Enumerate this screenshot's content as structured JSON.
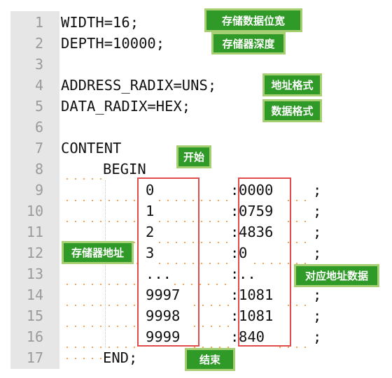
{
  "editor": {
    "line_numbers": [
      "1",
      "2",
      "3",
      "4",
      "5",
      "6",
      "7",
      "8",
      "9",
      "10",
      "11",
      "12",
      "13",
      "14",
      "15",
      "16",
      "17"
    ],
    "code": {
      "l1": "WIDTH=16;",
      "l2": "DEPTH=10000;",
      "l4": "ADDRESS_RADIX=UNS;",
      "l5": "DATA_RADIX=HEX;",
      "l7": "CONTENT",
      "l8": "BEGIN",
      "rows": [
        {
          "addr": "0",
          "data": "0000"
        },
        {
          "addr": "1",
          "data": "0759"
        },
        {
          "addr": "2",
          "data": "4836"
        },
        {
          "addr": "3",
          "data": "0"
        },
        {
          "addr": "...",
          "data": ".."
        },
        {
          "addr": "9997",
          "data": "1081"
        },
        {
          "addr": "9998",
          "data": "1081"
        },
        {
          "addr": "9999",
          "data": "840"
        }
      ],
      "colon": ":",
      "semicolon": ";",
      "l17": "END;"
    }
  },
  "annotations": {
    "width": "存储数据位宽",
    "depth": "存储器深度",
    "address_format": "地址格式",
    "data_format": "数据格式",
    "begin": "开始",
    "address": "存储器地址",
    "data": "对应地址数据",
    "end": "结束"
  },
  "colors": {
    "tag_fill": "#2f9a27",
    "tag_border": "#a6cf74",
    "box_border": "#e04c4c",
    "gutter": "#e6e6e6",
    "whitespace_dots": "#f0a050"
  }
}
